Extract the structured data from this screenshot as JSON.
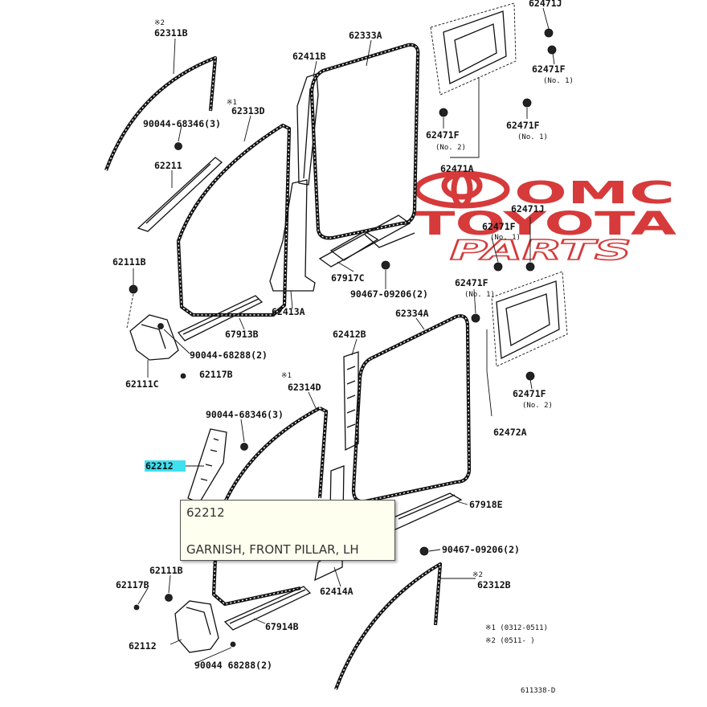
{
  "watermark": {
    "brand_top": "OMC",
    "brand_main": "TOYOTA",
    "brand_sub": "PARTS",
    "color": "#d63a3a"
  },
  "highlight_color": "#3fe0f0",
  "labels": {
    "p62311B": "62311B",
    "p62411B": "62411B",
    "p62333A": "62333A",
    "p62471J_top": "62471J",
    "p62471F_no1_top": "62471F",
    "no1_top": "(No. 1)",
    "p62313D": "62313D",
    "p90044_68346_top": "90044-68346(3)",
    "p62471F_no2_top": "62471F",
    "no2_top": "(No. 2)",
    "p62471F_no1_b": "62471F",
    "no1_b": "(No. 1)",
    "p62471A": "62471A",
    "p62211": "62211",
    "p62471J_mid": "62471J",
    "p62471F_no1_mid": "62471F",
    "no1_mid": "(No. 1)",
    "p62111B_top": "62111B",
    "p67917C": "67917C",
    "p90467_09206_top": "90467-09206(2)",
    "p62471F_mid2": "62471F",
    "no1_mid2": "(No. 1)",
    "p62413A": "62413A",
    "p67913B": "67913B",
    "p62412B": "62412B",
    "p62334A": "62334A",
    "p90044_68288_top": "90044-68288(2)",
    "p62117B_top": "62117B",
    "p62111C": "62111C",
    "p62314D": "62314D",
    "p62471F_no2_b": "62471F",
    "no2_b": "(No. 2)",
    "p90044_68346_b": "90044-68346(3)",
    "p62472A": "62472A",
    "p62212": "62212",
    "p67918E": "67918E",
    "p90467_09206_b": "90467-09206(2)",
    "p62111B_b": "62111B",
    "p62117B_b": "62117B",
    "p62414A": "62414A",
    "p62312B": "62312B",
    "p67914B": "67914B",
    "p62112": "62112",
    "p90044_68288_b": "90044 68288(2)",
    "note1": "※1 (0312-0511)",
    "note2": "※2 (0511-    )",
    "diagram_code": "611338-D",
    "mark1": "※1",
    "mark2": "※2"
  },
  "tooltip": {
    "part_number": "62212",
    "description": "GARNISH, FRONT PILLAR, LH"
  }
}
